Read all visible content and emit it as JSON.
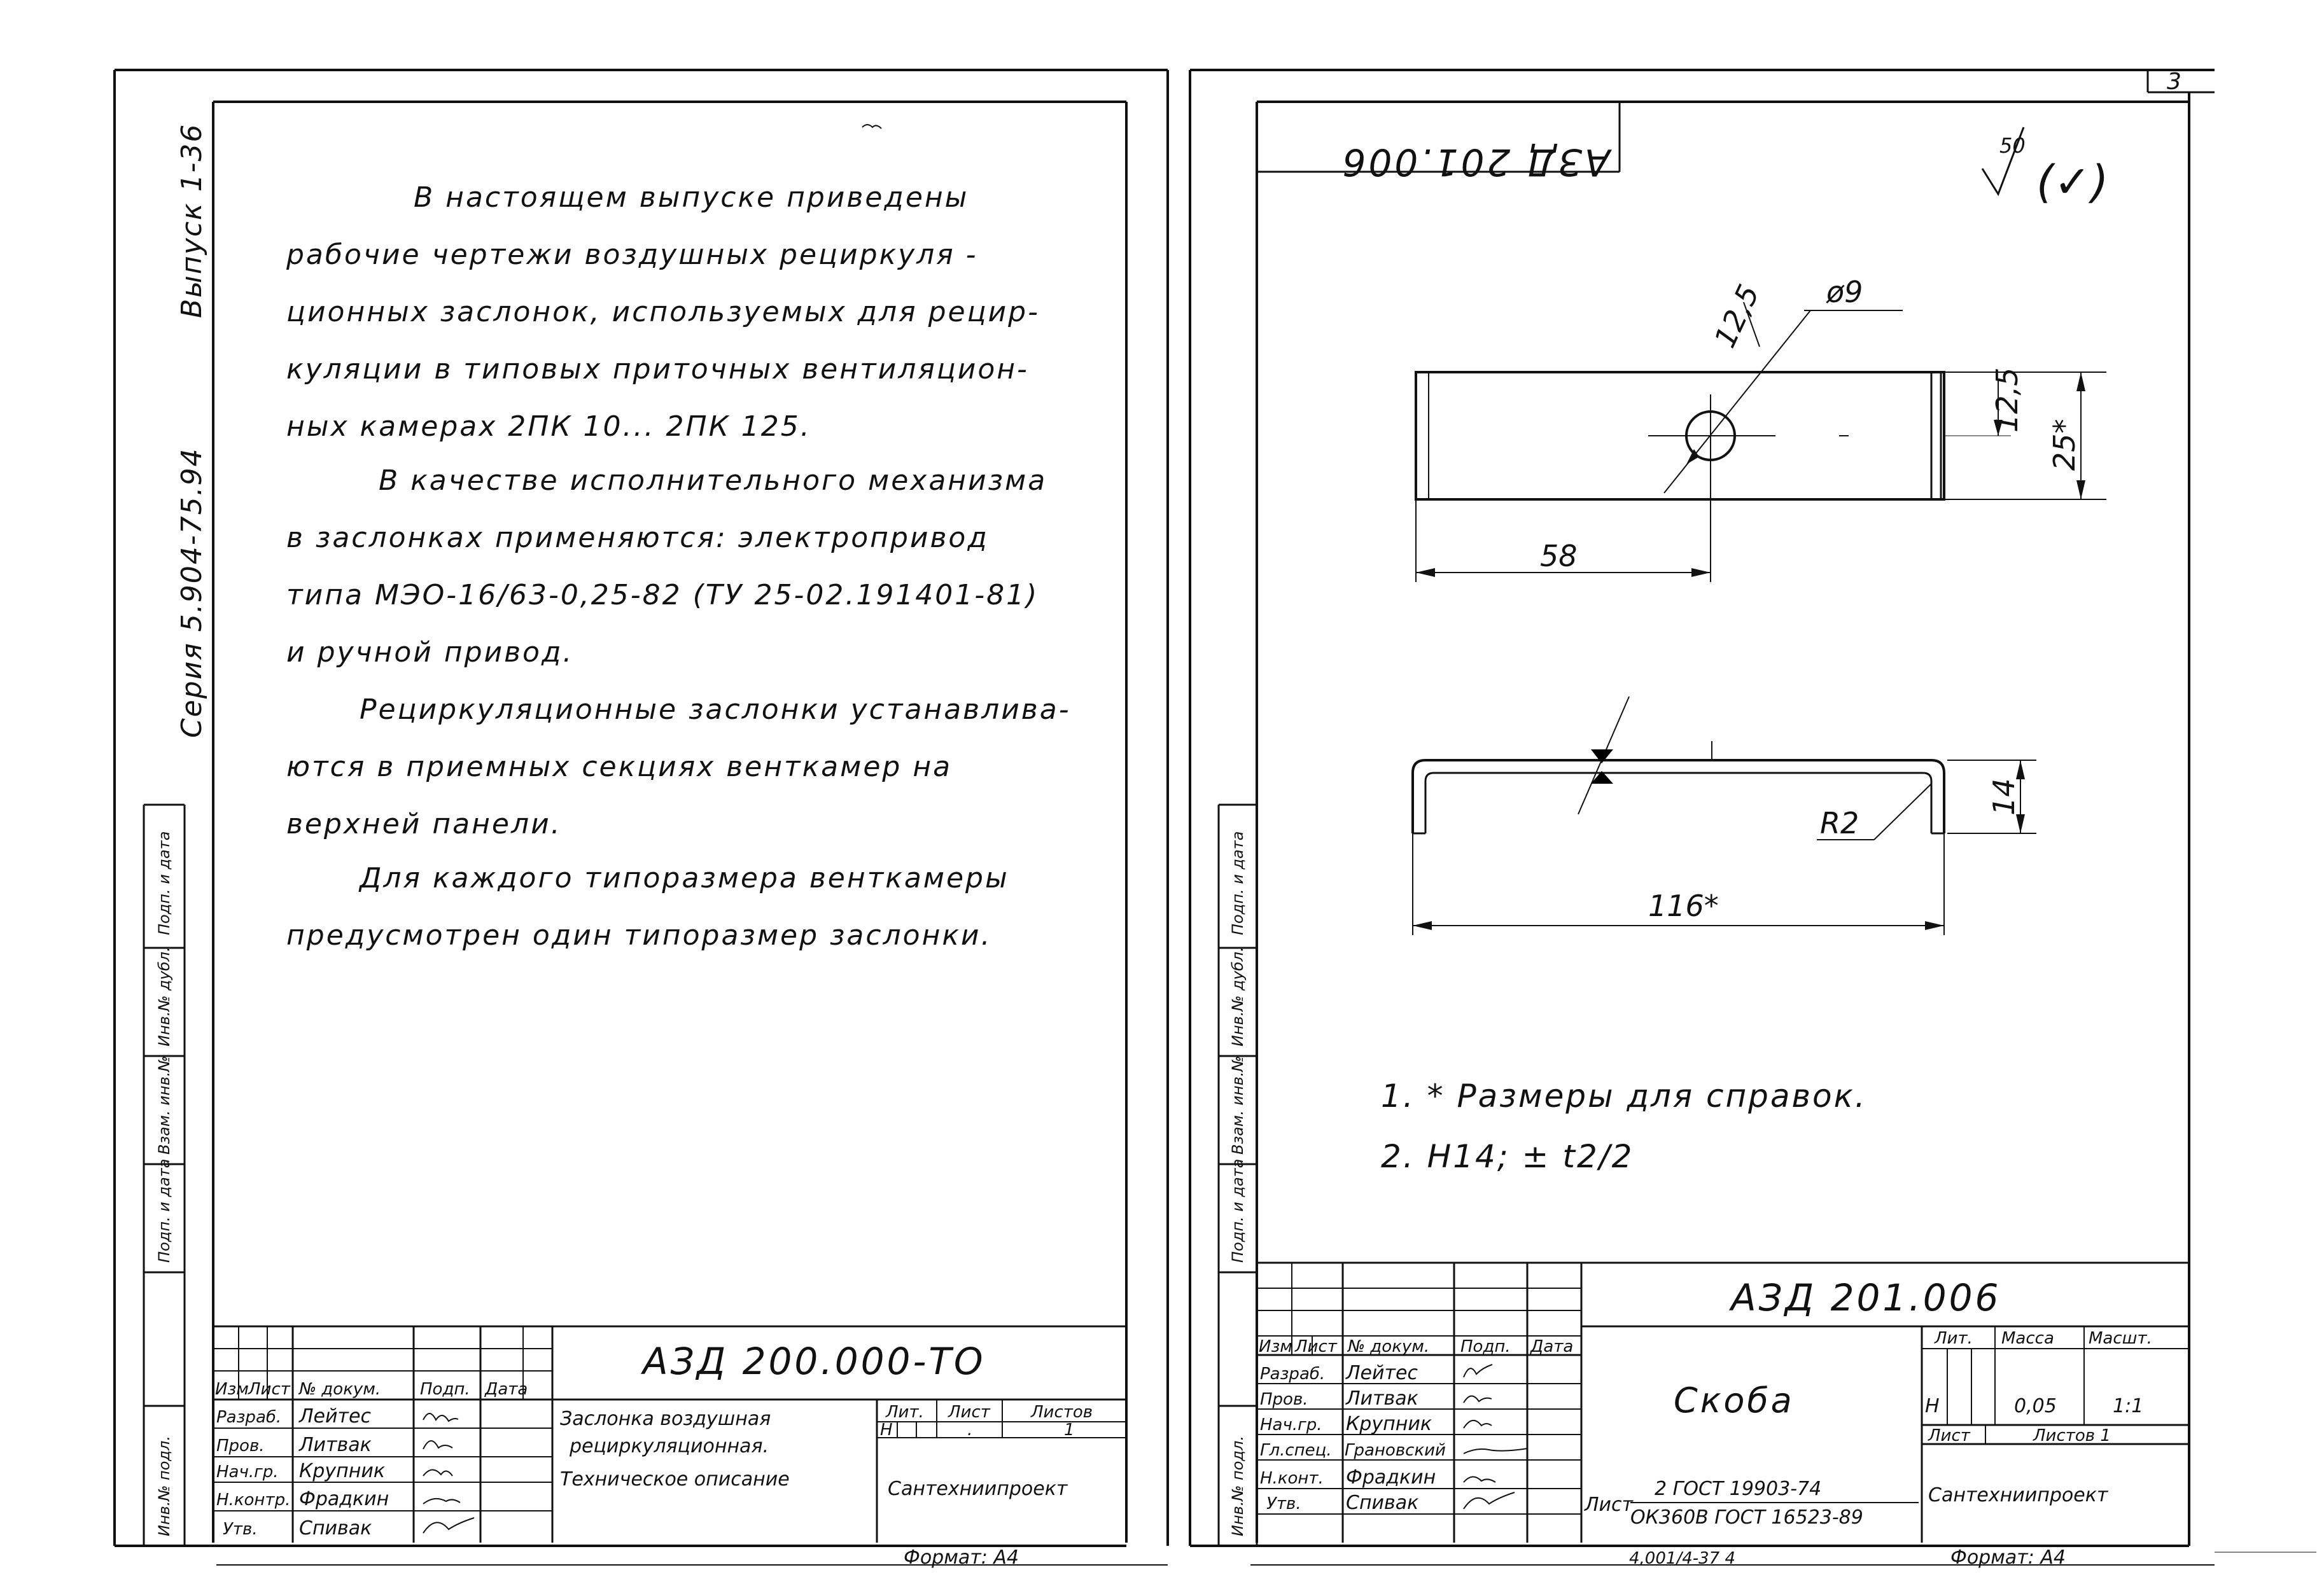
{
  "page_number": "3",
  "left_sheet": {
    "vertical_labels": {
      "vypusk": "Выпуск 1-36",
      "seriya": "Серия 5.904-75.94"
    },
    "side_stamp_labels": [
      "Подп. и дата",
      "Инв.№ дубл.",
      "Взам. инв.№",
      "Подп. и дата",
      "Инв.№ подл."
    ],
    "text_lines": [
      "В настоящем выпуске приведены",
      "рабочие чертежи воздушных рециркуля -",
      "ционных заслонок, используемых для рецир-",
      "куляции в типовых приточных вентиляцион-",
      "ных камерах 2ПК 10... 2ПК 125.",
      "В качестве исполнительного механизма",
      "в заслонках применяются: электропривод",
      "типа МЭО-16/63-0,25-82 (ТУ 25-02.191401-81)",
      "и ручной привод.",
      "Рециркуляционные заслонки устанавлива-",
      "ются в приемных секциях венткамер на",
      "верхней панели.",
      "Для каждого типоразмера венткамеры",
      "предусмотрен один типоразмер заслонки."
    ],
    "title_block": {
      "doc_code": "АЗД 200.000-ТО",
      "col_headers": [
        "Изм",
        "Лист",
        "№ докум.",
        "Подп.",
        "Дата"
      ],
      "roles": [
        "Разраб.",
        "Пров.",
        "Нач.гр.",
        "Н.контр.",
        "Утв."
      ],
      "names": [
        "Лейтес",
        "Литвак",
        "Крупник",
        "Фрадкин",
        "Спивак"
      ],
      "title_line1": "Заслонка воздушная",
      "title_line2": "рециркуляционная.",
      "title_line3": "Техническое описание",
      "lit_header": "Лит.",
      "list_header": "Лист",
      "listov_header": "Листов",
      "lit_value": "Н",
      "list_value": ".",
      "listov_value": "1",
      "org": "Сантехниипроект",
      "format": "Формат: А4"
    }
  },
  "right_sheet": {
    "mirrored_code": "АЗД 201.006",
    "roughness": {
      "value": "50",
      "sign": "(✓)"
    },
    "dims": {
      "hole": "ø9",
      "offset": "12,5",
      "width_half": "12,5",
      "width_full": "25*",
      "length_to_hole": "58",
      "height": "14",
      "radius": "R2",
      "total_length": "116*"
    },
    "notes": [
      "1. * Размеры для справок.",
      "2. Н14; ± t2/2"
    ],
    "side_stamp_labels": [
      "Подп. и дата",
      "Инв.№ дубл.",
      "Взам. инв.№",
      "Подп. и дата",
      "Инв.№ подл."
    ],
    "title_block": {
      "doc_code": "АЗД 201.006",
      "col_headers": [
        "Изм",
        "Лист",
        "№ докум.",
        "Подп.",
        "Дата"
      ],
      "roles": [
        "Разраб.",
        "Пров.",
        "Нач.гр.",
        "Гл.спец.",
        "Н.конт.",
        "Утв."
      ],
      "names": [
        "Лейтес",
        "Литвак",
        "Крупник",
        "Грановский",
        "Фрадкин",
        "Спивак"
      ],
      "part_name": "Скоба",
      "lit_header": "Лит.",
      "mass_header": "Масса",
      "scale_header": "Масшт.",
      "lit_value": "Н",
      "mass_value": "0,05",
      "scale_value": "1:1",
      "list_label": "Лист",
      "listov_label": "Листов 1",
      "material_prefix": "Лист",
      "material_top": "2 ГОСТ 19903-74",
      "material_bottom": "ОК360В ГОСТ 16523-89",
      "org": "Сантехниипроект",
      "format": "Формат: А4",
      "archive": "4,001/4-37   4"
    }
  }
}
